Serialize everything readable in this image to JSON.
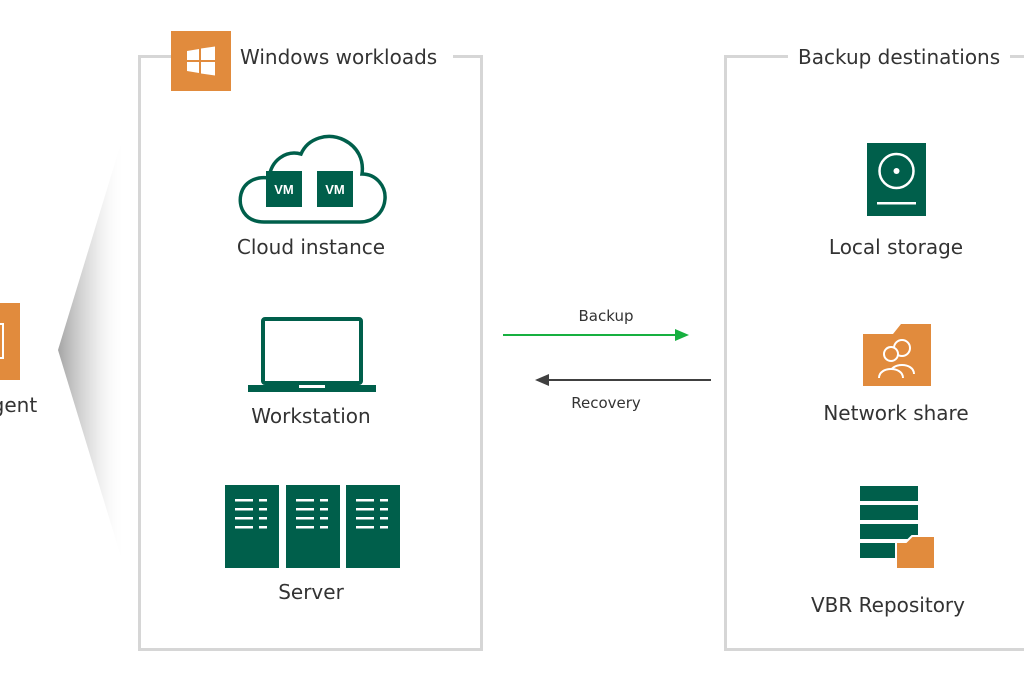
{
  "colors": {
    "accent_orange": "#e18b3d",
    "dark_green": "#005f4b",
    "backup_arrow": "#17b040",
    "recovery_arrow": "#404040",
    "panel_border": "#d6d6d6"
  },
  "agent": {
    "label": "Agent",
    "icon": "agent-icon"
  },
  "workloads": {
    "title": "Windows workloads",
    "title_icon": "windows-logo-icon",
    "items": [
      {
        "label": "Cloud instance",
        "icon": "cloud-vm-icon",
        "vm_labels": [
          "VM",
          "VM"
        ]
      },
      {
        "label": "Workstation",
        "icon": "laptop-icon"
      },
      {
        "label": "Server",
        "icon": "server-rack-icon"
      }
    ]
  },
  "flows": {
    "backup_label": "Backup",
    "recovery_label": "Recovery"
  },
  "destinations": {
    "title": "Backup destinations",
    "items": [
      {
        "label": "Local storage",
        "icon": "local-storage-icon"
      },
      {
        "label": "Network share",
        "icon": "network-share-icon"
      },
      {
        "label": "VBR Repository",
        "icon": "vbr-repository-icon"
      }
    ]
  }
}
